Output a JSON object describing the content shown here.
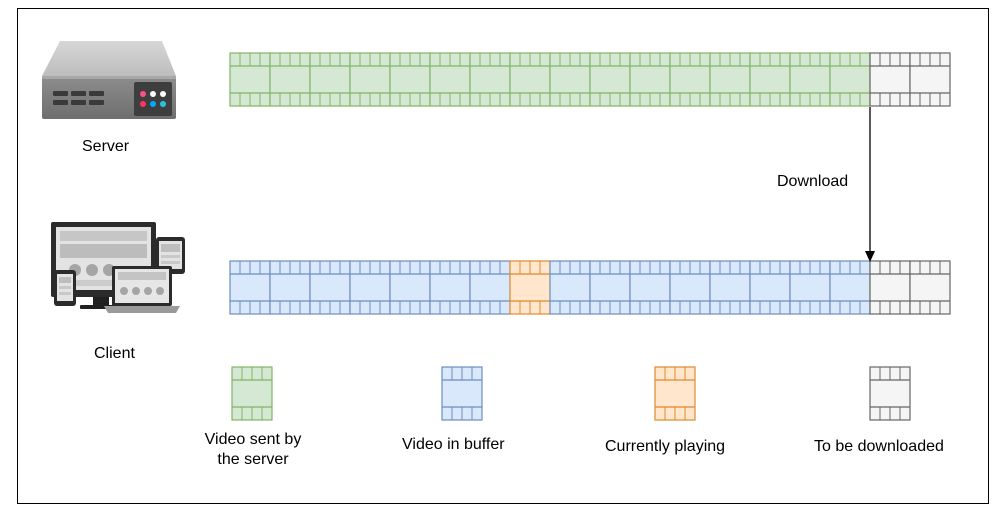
{
  "labels": {
    "server": "Server",
    "client": "Client",
    "download": "Download"
  },
  "legend": {
    "sent": "Video sent by the server",
    "sent_line1": "Video sent by",
    "sent_line2": "the server",
    "buffer": "Video in buffer",
    "playing": "Currently playing",
    "pending": "To be downloaded"
  },
  "strips": {
    "server": [
      "sent",
      "sent",
      "sent",
      "sent",
      "sent",
      "sent",
      "sent",
      "sent",
      "sent",
      "sent",
      "sent",
      "sent",
      "sent",
      "sent",
      "sent",
      "sent",
      "pending",
      "pending"
    ],
    "client": [
      "buffer",
      "buffer",
      "buffer",
      "buffer",
      "buffer",
      "buffer",
      "buffer",
      "playing",
      "buffer",
      "buffer",
      "buffer",
      "buffer",
      "buffer",
      "buffer",
      "buffer",
      "buffer",
      "pending",
      "pending"
    ]
  },
  "colors": {
    "sent": {
      "fill": "#d5e8d4",
      "stroke": "#82b366"
    },
    "buffer": {
      "fill": "#dae8fc",
      "stroke": "#6c8ebf"
    },
    "playing": {
      "fill": "#ffe6cc",
      "stroke": "#e08a2e"
    },
    "pending": {
      "fill": "#f5f5f5",
      "stroke": "#666666"
    },
    "arrow": "#000000"
  },
  "icons": {
    "server": "server-rack-icon",
    "client": "responsive-devices-icon"
  }
}
